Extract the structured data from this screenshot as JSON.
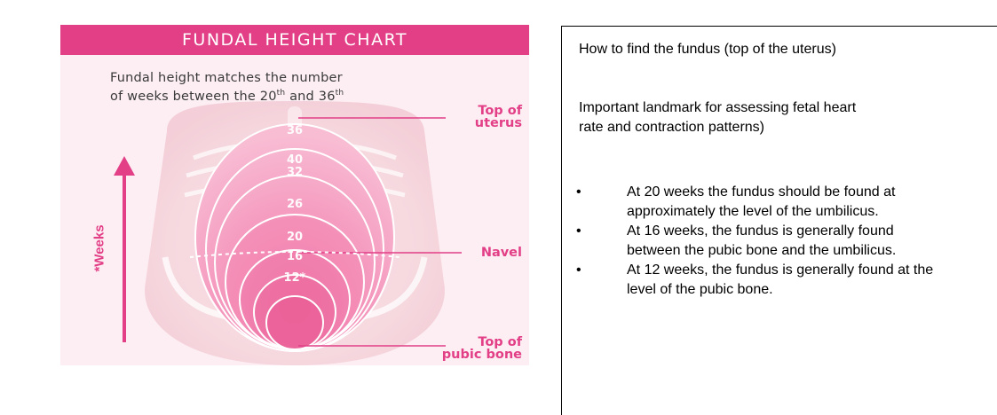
{
  "infographic": {
    "title": "FUNDAL HEIGHT CHART",
    "subtitle_line1": "Fundal height matches the number",
    "subtitle_line2_pre": "of weeks between the 20",
    "sup_1": "th",
    "subtitle_and": " and 36",
    "sup_2": "th",
    "axis_label": "*Weeks",
    "landmarks": {
      "top_uterus_1": "Top of",
      "top_uterus_2": "uterus",
      "navel": "Navel",
      "pubic_1": "Top of",
      "pubic_2": "pubic bone"
    },
    "week_markers": [
      "36",
      "40",
      "32",
      "26",
      "20",
      "16",
      "12*"
    ],
    "colors": {
      "brand_pink": "#e23f87",
      "header_bg": "#e23f87",
      "panel_bg": "#fdeef3"
    }
  },
  "textbox": {
    "heading": "How to find the fundus (top of the uterus)",
    "note_line1": "Important landmark for assessing fetal heart",
    "note_line2": "rate and contraction patterns)",
    "bullet_char": "•",
    "bullets": [
      "At 20 weeks the fundus should be found at approximately the level of the umbilicus.",
      "At 16 weeks, the fundus is generally found between the pubic bone and the umbilicus.",
      "At 12 weeks, the fundus is generally found at the level of the pubic bone."
    ]
  }
}
